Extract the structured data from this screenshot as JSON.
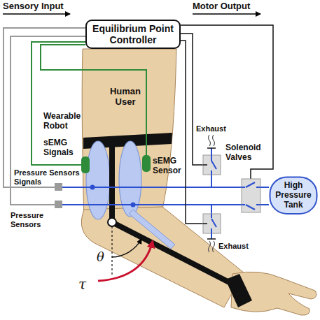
{
  "diagram": {
    "nodes": [
      {
        "text": [
          "Equilibrium Point Controller"
        ]
      },
      {
        "text": [
          "High Pressure Tank"
        ]
      }
    ],
    "labels": [
      "Sensory Input",
      "Motor Output",
      "Wearable Robot",
      "Human User",
      "sEMG Signals",
      "sEMG Sensor",
      "Exhaust",
      "Solenoid Valves",
      "Pressure Sensors Signals",
      "Pressure Sensors",
      "Exhaust",
      "θ",
      "τ"
    ]
  }
}
